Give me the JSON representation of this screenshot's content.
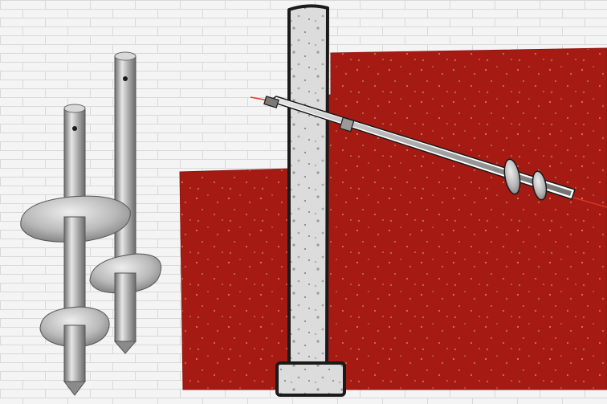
{
  "illustration": {
    "labels": [],
    "colors": {
      "wall_background": "#f4f4f4",
      "brick_lines": "#d7d7d7",
      "soil": "#a51b14",
      "soil_speckle": "#c9a060",
      "concrete": "#dcdcdc",
      "concrete_outline": "#1a1a1a",
      "metal_light": "#e6e6e6",
      "metal_mid": "#a8a8a8",
      "metal_dark": "#6f6f6f",
      "tie_line": "#e23a2a"
    },
    "parts": [
      "helical-pier-tall",
      "helical-pier-short",
      "concrete-foundation-wall",
      "concrete-footing",
      "helical-tieback-anchor",
      "retained-soil"
    ]
  }
}
